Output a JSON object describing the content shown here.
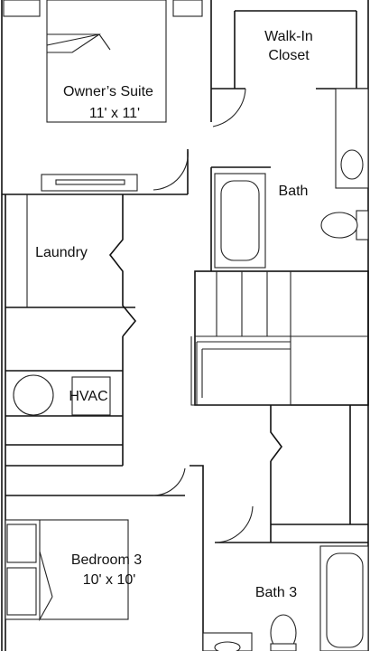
{
  "floor_plan": {
    "rooms": {
      "owners_suite": {
        "name": "Owner’s Suite",
        "size": "11' x 11'"
      },
      "walk_in_closet": {
        "line1": "Walk-In",
        "line2": "Closet"
      },
      "bath": {
        "name": "Bath"
      },
      "laundry": {
        "name": "Laundry"
      },
      "hvac": {
        "name": "HVAC"
      },
      "bedroom_3": {
        "name": "Bedroom 3",
        "size": "10' x 10'"
      },
      "bath_3": {
        "name": "Bath 3"
      }
    }
  }
}
